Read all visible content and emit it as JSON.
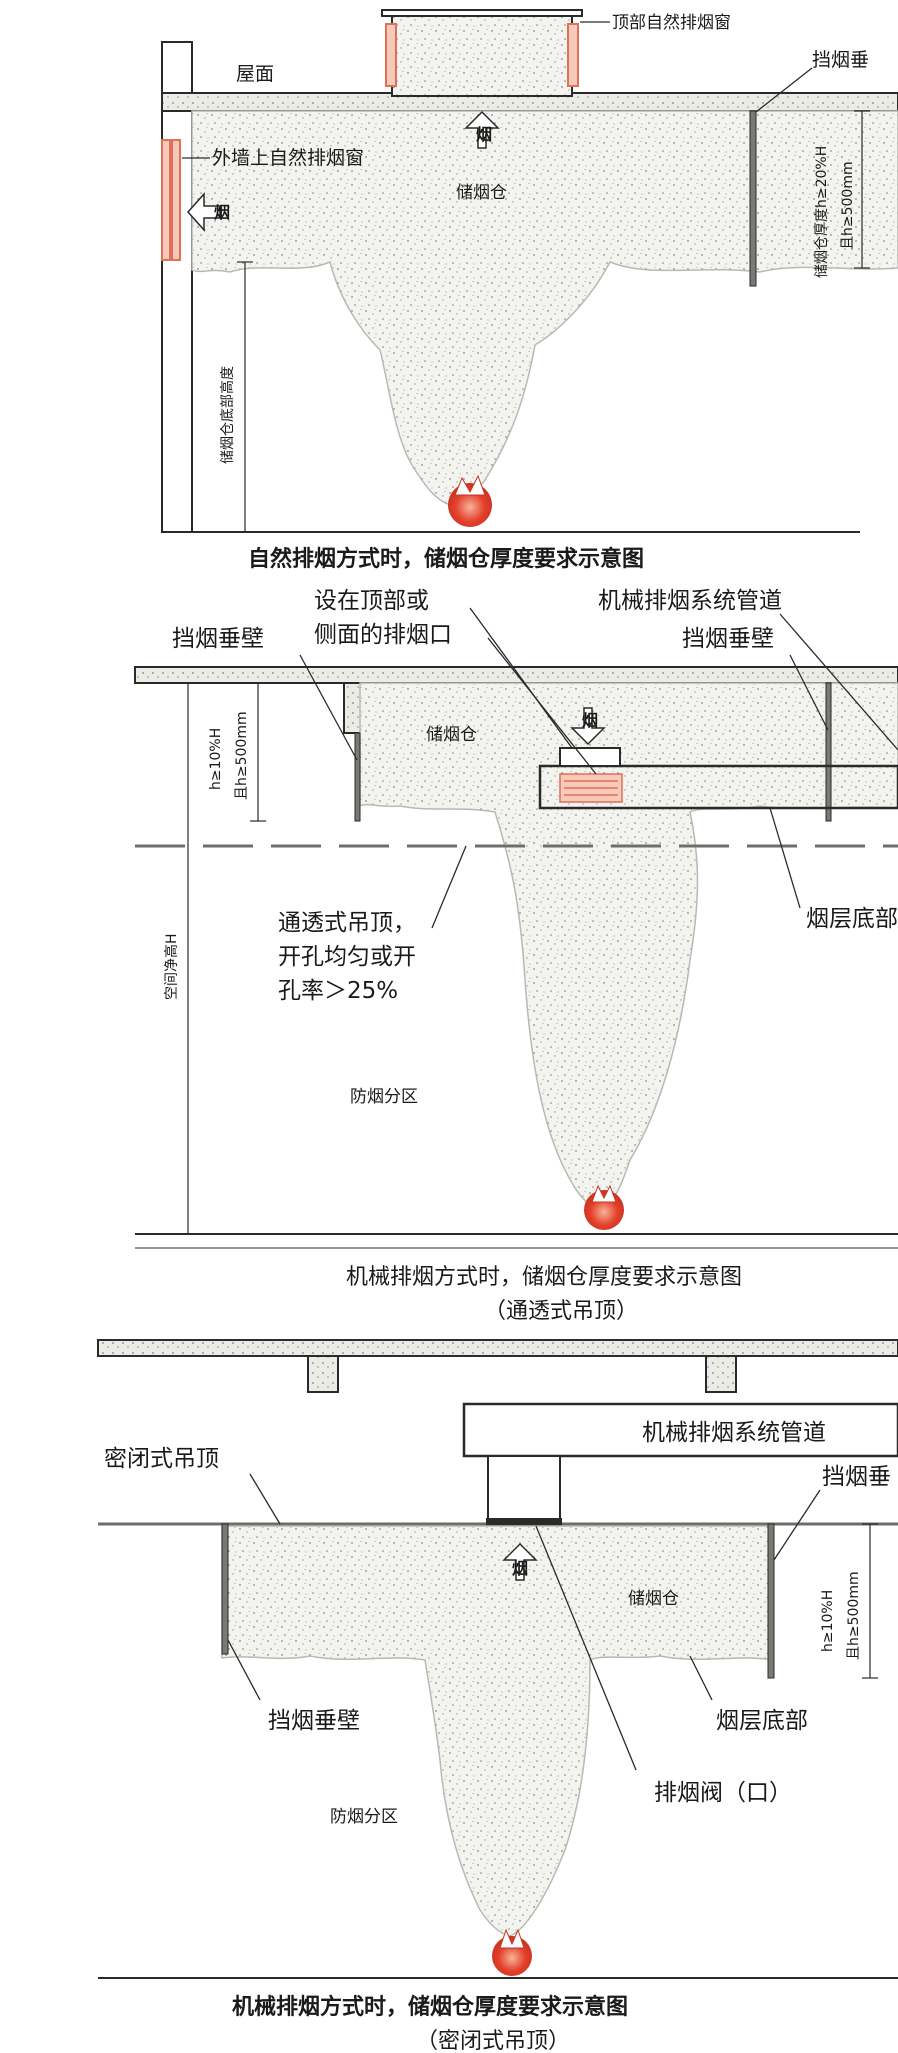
{
  "diagram1": {
    "roof_label": "屋面",
    "top_window_label": "顶部自然排烟窗",
    "barrier_label": "挡烟垂",
    "wall_window_label": "外墙上自然排烟窗",
    "reservoir_label": "储烟仓",
    "smoke_char": "烟",
    "thickness_label": "储烟仓厚度h≥20%H",
    "thickness_label2": "且h≥500mm",
    "bottom_height_label": "储烟仓底部高度",
    "caption": "自然排烟方式时，储烟仓厚度要求示意图"
  },
  "diagram2": {
    "outlet_label_line1": "设在顶部或",
    "outlet_label_line2": "侧面的排烟口",
    "duct_label": "机械排烟系统管道",
    "barrier_label_left": "挡烟垂壁",
    "barrier_label_right": "挡烟垂壁",
    "reservoir_label": "储烟仓",
    "smoke_char": "烟",
    "thickness_label": "h≥10%H",
    "thickness_label2": "且h≥500mm",
    "smoke_bottom_label": "烟层底部",
    "ceiling_line1": "通透式吊顶，",
    "ceiling_line2": "开孔均匀或开",
    "ceiling_line3": "孔率＞25%",
    "clear_height_label": "空间净高H",
    "zone_label": "防烟分区",
    "caption_line1": "机械排烟方式时，储烟仓厚度要求示意图",
    "caption_line2": "（通透式吊顶）"
  },
  "diagram3": {
    "duct_label": "机械排烟系统管道",
    "sealed_ceiling_label": "密闭式吊顶",
    "barrier_label_right": "挡烟垂",
    "reservoir_label": "储烟仓",
    "smoke_char": "烟",
    "thickness_label": "h≥10%H",
    "thickness_label2": "且h≥500mm",
    "barrier_label_left": "挡烟垂壁",
    "smoke_bottom_label": "烟层底部",
    "zone_label": "防烟分区",
    "valve_label": "排烟阀（口）",
    "caption_line1": "机械排烟方式时，储烟仓厚度要求示意图",
    "caption_line2": "（密闭式吊顶）"
  },
  "colors": {
    "line": "#2a2a2a",
    "smoke_fill": "#f1f1ee",
    "slab_fill": "#e9e9e4",
    "window_red": "#e0705a",
    "fire_red": "#e4412c"
  }
}
